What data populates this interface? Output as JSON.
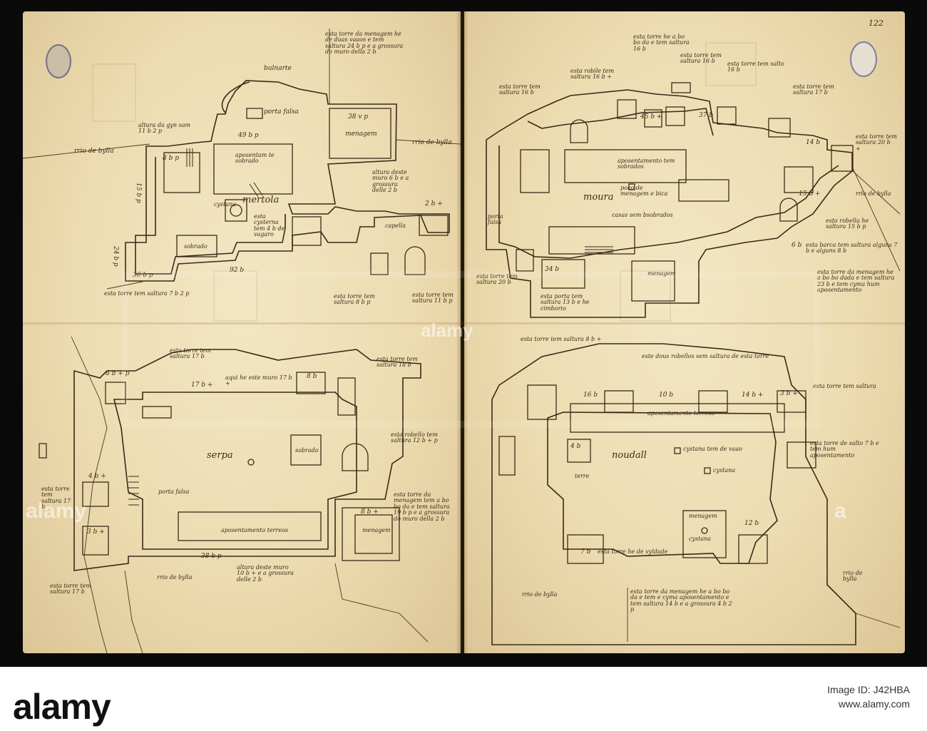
{
  "folio_number": "122",
  "watermark": {
    "center": "alamy",
    "left": "alamy",
    "right": "a"
  },
  "footer": {
    "brand": "alamy",
    "image_id_label": "Image ID: J42HBA",
    "url": "www.alamy.com"
  },
  "stamps": {
    "left": "library-stamp-icon",
    "right": "royal-library-seal-icon"
  },
  "plans": {
    "mertola": {
      "title": "mertola",
      "labels": {
        "bulwark": "bulnarte",
        "porta_falsa": "porta falsa",
        "menagem": "menagem",
        "aposentamento": "aposentam te sobrado",
        "cystana": "cystana",
        "capella": "capella",
        "sobrado": "sobrado",
        "rio_left": "rrio de bylla",
        "rio_right": "rrio de bylla",
        "dim_top": "49 b p",
        "dim_menagem": "38 v p",
        "dim_bottom": "92 b",
        "dim_left1": "8 b p",
        "dim_left2": "15 b p",
        "dim_left3": "24 b p",
        "dim_left4": "36 b p",
        "dim_right": "2 b +",
        "note_top": "esta torre da menagem he de duas vaaos e tem saltura 24 b p e a grossura do muro della 2 b",
        "note_altura": "altura da gyn sam 11 b 2 p",
        "note_muro": "altura deste muro 6 b e a grossura delle 2 b",
        "note_cyst": "esta cysterna tem 4 b de vagaro",
        "note_bottom1": "esta torre tem saltura 7 b 2 p",
        "note_bottom2": "esta torre tem saltura 8 b p",
        "note_bottom3": "esta torre tem saltura 11 b p"
      }
    },
    "moura": {
      "title": "moura",
      "labels": {
        "aposentamento": "aposentamento tem sobrados",
        "poco": "poco de menagem e bica",
        "dimensions_a": "45 b +",
        "dimensions_b": "37 b",
        "dimensions_c": "14 b",
        "dimensions_d": "6 b",
        "dim_e": "34 b",
        "dim_f": "15 b +",
        "menagem": "menagem",
        "porta_falsa": "porta falsa",
        "rio": "rrio de bylla",
        "casas": "casas sem bsobrados",
        "note1": "esta torre tem saltura 16 b",
        "note2": "esta robile tem saltura 16 b +",
        "note3": "esta torre he a bo bo da e tem saltura 16 b",
        "note4": "esta torre tem saltura 16 b",
        "note5": "esta torre tem salto 16 b",
        "note6": "esta torre tem saltura 17 b",
        "note7": "esta torre tem saltura 20 b +",
        "note8": "esta robella he saltura 15 b p",
        "note9": "esta barca tem saltura alguns 7 b e alguns 8 b",
        "note10": "esta torre da menagem he a bo bo dada e tem saltura 23 b e tem cyma hum aposentamento",
        "note11": "esta torre tem saltura 20 b",
        "note12": "esta porta tem saltura 13 b e he cimborio"
      }
    },
    "serpa": {
      "title": "serpa",
      "labels": {
        "porta_falsa": "porta falsa",
        "sobrado": "sobrado",
        "menagem": "menagem",
        "aposentamento": "aposentamento terreos",
        "rio": "rrio de bylla",
        "dim_top1": "8 b + p",
        "dim_top2": "17 b +",
        "dim_top3": "8 b",
        "dim_left1": "4 b +",
        "dim_left2": "3 b +",
        "dim_bottom": "38 b p",
        "dim_right": "8 b +",
        "note1": "esta torre tem saltura 17 b",
        "note2": "esta torre tem saltura 18 b",
        "note3": "aqui he este muro 17 b +",
        "note4": "esta robello tem saltura 12 b + p",
        "note5": "esta torre da menagem tem a bo bo da e tem saltura 19 b p e a grossura do muro della 2 b",
        "note6": "altura deste muro 10 b + e a grossura delle 2 b",
        "note7": "esta torre tem saltura 17 b",
        "note8": "esta torre tem saltura 17 b"
      }
    },
    "noudal": {
      "title": "noudall",
      "labels": {
        "aposentamento": "aposentamento terreos",
        "cystana1": "cystana tem de vaao",
        "cystana2": "cystana",
        "cystana3": "cystana",
        "menagem": "menagem",
        "rio1": "rrio de bylla",
        "rio2": "rrio de bylla",
        "dim_a": "16 b",
        "dim_b": "10 b",
        "dim_c": "14 b +",
        "dim_d": "3 b +",
        "dim_e": "4 b",
        "dim_f": "12 b",
        "dim_g": "7 b",
        "terre": "terre",
        "note_top": "esta torre tem saltura 8 b +",
        "note2": "este dous robellos sem saltura de esta torre",
        "note3": "esta torre tem saltura",
        "note4": "esta torre de salto 7 b e tem hum aposentamento",
        "note5": "esta torre he de vyldade",
        "note6": "esta torre da menagem he a bo bo da e tem e cyma aposentamento e tem saltura 14 b e a grossura 4 b 2 p"
      }
    }
  }
}
